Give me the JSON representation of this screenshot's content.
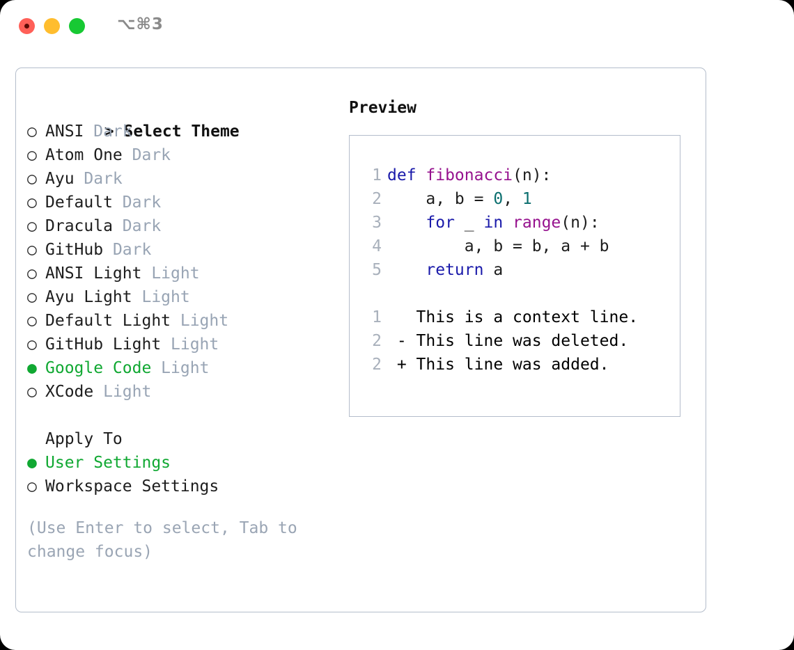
{
  "window": {
    "shortcut": "⌥⌘3",
    "traffic_lights": [
      "close-red",
      "minimize-yellow",
      "maximize-green"
    ]
  },
  "colors": {
    "accent_green": "#10a832",
    "panel_border": "#b4bdcb",
    "muted_text": "#98a4b4",
    "hint_text": "#9aa5b4",
    "keyword": "#1a1aaa",
    "function": "#96128e",
    "number": "#0a6e6e",
    "line_number": "#a8b0bb",
    "diff_context": "#8c8c8c",
    "diff_deleted": "#c01c14",
    "diff_added": "#19c219"
  },
  "theme_picker": {
    "prompt_prefix": "> ",
    "title": "Select Theme",
    "marker_selected": "●",
    "marker_unselected": "○",
    "items": [
      {
        "name": "ANSI",
        "variant": "Dark",
        "selected": false
      },
      {
        "name": "Atom One",
        "variant": "Dark",
        "selected": false
      },
      {
        "name": "Ayu",
        "variant": "Dark",
        "selected": false
      },
      {
        "name": "Default",
        "variant": "Dark",
        "selected": false
      },
      {
        "name": "Dracula",
        "variant": "Dark",
        "selected": false
      },
      {
        "name": "GitHub",
        "variant": "Dark",
        "selected": false
      },
      {
        "name": "ANSI Light",
        "variant": "Light",
        "selected": false
      },
      {
        "name": "Ayu Light",
        "variant": "Light",
        "selected": false
      },
      {
        "name": "Default Light",
        "variant": "Light",
        "selected": false
      },
      {
        "name": "GitHub Light",
        "variant": "Light",
        "selected": false
      },
      {
        "name": "Google Code",
        "variant": "Light",
        "selected": true
      },
      {
        "name": "XCode",
        "variant": "Light",
        "selected": false
      }
    ]
  },
  "apply_to": {
    "title": "Apply To",
    "items": [
      {
        "name": "User Settings",
        "selected": true
      },
      {
        "name": "Workspace Settings",
        "selected": false
      }
    ]
  },
  "hint": "(Use Enter to select, Tab to change focus)",
  "preview": {
    "title": "Preview",
    "code_lines": [
      {
        "number": "1",
        "tokens": [
          {
            "text": "def ",
            "kind": "kw"
          },
          {
            "text": "fibonacci",
            "kind": "fn"
          },
          {
            "text": "(n):",
            "kind": "plain"
          }
        ]
      },
      {
        "number": "2",
        "tokens": [
          {
            "text": "    a, b = ",
            "kind": "plain"
          },
          {
            "text": "0",
            "kind": "num"
          },
          {
            "text": ", ",
            "kind": "plain"
          },
          {
            "text": "1",
            "kind": "num"
          }
        ]
      },
      {
        "number": "3",
        "tokens": [
          {
            "text": "    ",
            "kind": "plain"
          },
          {
            "text": "for",
            "kind": "kw"
          },
          {
            "text": " _ ",
            "kind": "plain"
          },
          {
            "text": "in",
            "kind": "kw"
          },
          {
            "text": " ",
            "kind": "plain"
          },
          {
            "text": "range",
            "kind": "fn"
          },
          {
            "text": "(n):",
            "kind": "plain"
          }
        ]
      },
      {
        "number": "4",
        "tokens": [
          {
            "text": "        a, b = b, a + b",
            "kind": "plain"
          }
        ]
      },
      {
        "number": "5",
        "tokens": [
          {
            "text": "    ",
            "kind": "plain"
          },
          {
            "text": "return",
            "kind": "kw"
          },
          {
            "text": " a",
            "kind": "plain"
          }
        ]
      }
    ],
    "diff_lines": [
      {
        "number": "1",
        "sign": " ",
        "text": " This is a context line.",
        "kind": "diff_ctx"
      },
      {
        "number": "2",
        "sign": "-",
        "text": " This line was deleted.",
        "kind": "diff_del"
      },
      {
        "number": "2",
        "sign": "+",
        "text": " This line was added.",
        "kind": "diff_add"
      }
    ]
  }
}
